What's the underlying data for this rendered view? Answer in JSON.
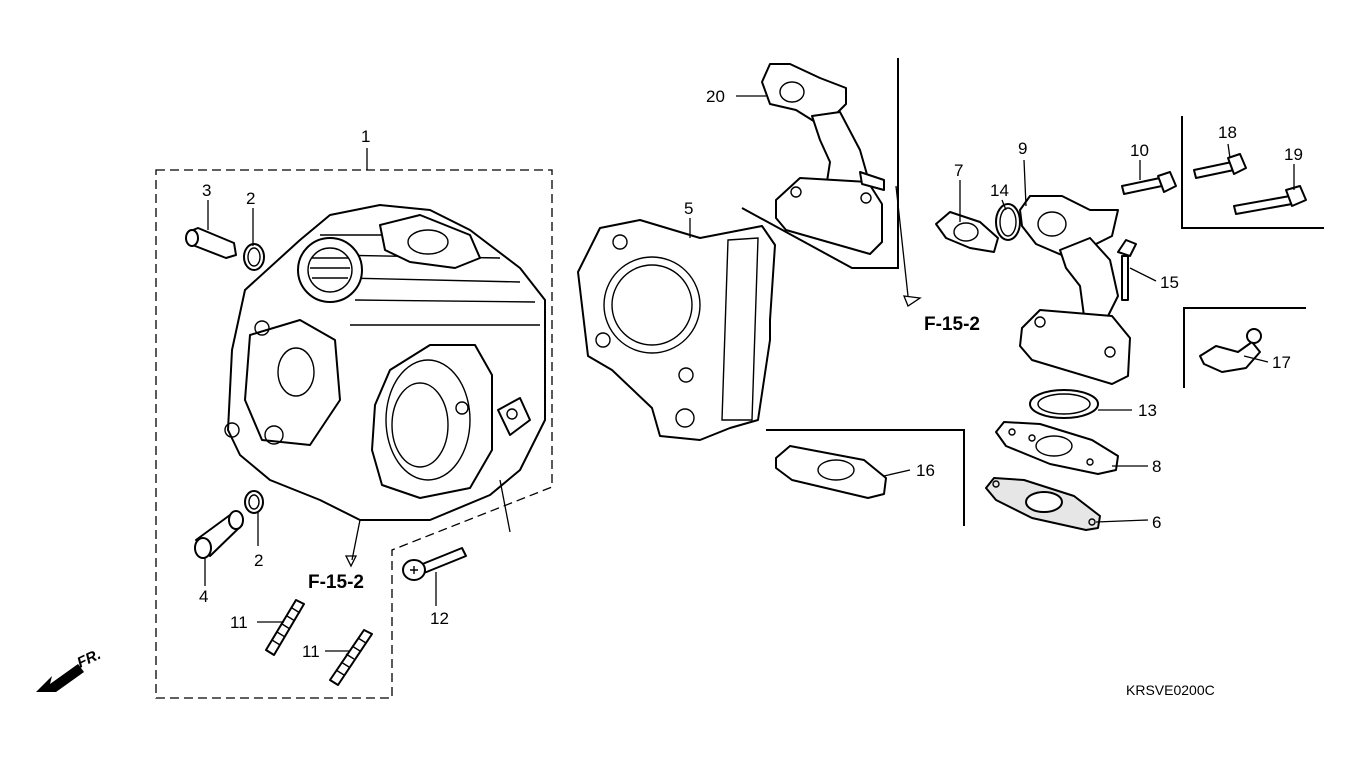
{
  "callouts": [
    {
      "id": "1",
      "text": "1"
    },
    {
      "id": "2a",
      "text": "2"
    },
    {
      "id": "2b",
      "text": "2"
    },
    {
      "id": "3",
      "text": "3"
    },
    {
      "id": "4",
      "text": "4"
    },
    {
      "id": "5",
      "text": "5"
    },
    {
      "id": "6",
      "text": "6"
    },
    {
      "id": "7",
      "text": "7"
    },
    {
      "id": "8",
      "text": "8"
    },
    {
      "id": "9",
      "text": "9"
    },
    {
      "id": "10",
      "text": "10"
    },
    {
      "id": "11a",
      "text": "11"
    },
    {
      "id": "11b",
      "text": "11"
    },
    {
      "id": "12",
      "text": "12"
    },
    {
      "id": "13",
      "text": "13"
    },
    {
      "id": "14",
      "text": "14"
    },
    {
      "id": "15",
      "text": "15"
    },
    {
      "id": "16",
      "text": "16"
    },
    {
      "id": "17",
      "text": "17"
    },
    {
      "id": "18",
      "text": "18"
    },
    {
      "id": "19",
      "text": "19"
    },
    {
      "id": "20",
      "text": "20"
    }
  ],
  "references": {
    "left": "F-15-2",
    "right": "F-15-2"
  },
  "direction_label": "FR.",
  "diagram_code": "KRSVE0200C",
  "icons": [
    "front-direction-arrow-icon"
  ]
}
